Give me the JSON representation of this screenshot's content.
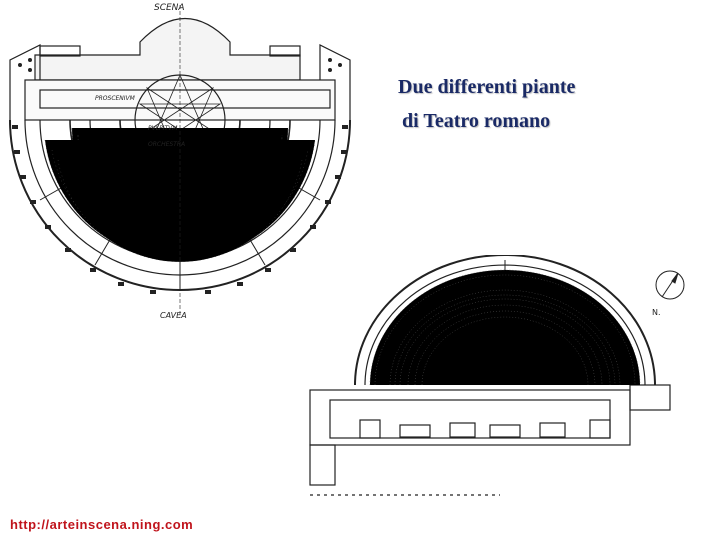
{
  "slide": {
    "title_line1": "Due differenti piante",
    "title_line2": "di Teatro romano",
    "url": "http://arteinscena.ning.com"
  },
  "plan1": {
    "label_top": "SCENA",
    "label_bottom": "CAVEA",
    "label_proscenium": "PROSCENIVM",
    "label_pulpitum": "PVLPITVM",
    "label_orchestra": "ORCHESTRA"
  },
  "plan2": {
    "north_label": "N."
  },
  "colors": {
    "title": "#1a2a66",
    "url": "#c0141c",
    "ink": "#222222"
  }
}
